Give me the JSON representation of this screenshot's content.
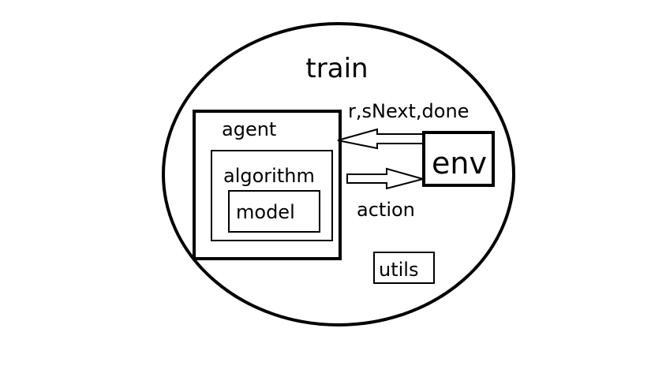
{
  "diagram": {
    "train_label": "train",
    "agent_label": "agent",
    "algorithm_label": "algorithm",
    "model_label": "model",
    "env_label": "env",
    "feedback_label": "r,sNext,done",
    "action_label": "action",
    "utils_label": "utils"
  },
  "colors": {
    "stroke": "#000000",
    "background": "#ffffff"
  }
}
